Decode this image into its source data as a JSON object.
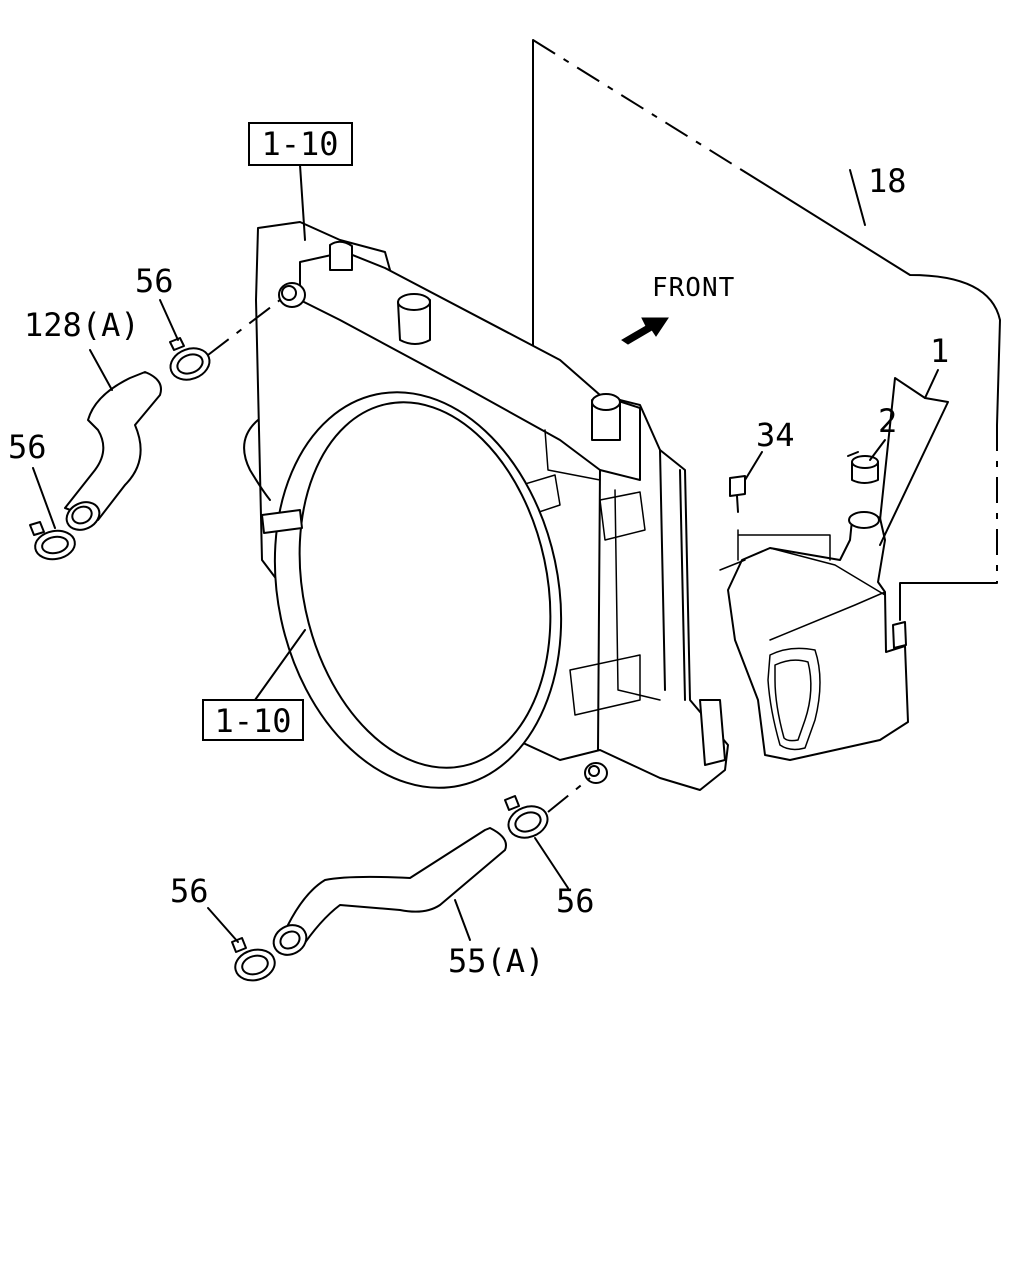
{
  "callouts": {
    "ref_top": "1-10",
    "ref_bottom": "1-10",
    "part_18": "18",
    "part_1": "1",
    "part_2": "2",
    "part_34": "34",
    "part_56_upper": "56",
    "part_56_left": "56",
    "part_56_lower_right": "56",
    "part_56_lower_left": "56",
    "part_128a": "128(A)",
    "part_55a": "55(A)"
  },
  "direction": {
    "label": "FRONT",
    "icon": "front-arrow-icon"
  },
  "colors": {
    "line": "#000000",
    "background": "#ffffff"
  }
}
